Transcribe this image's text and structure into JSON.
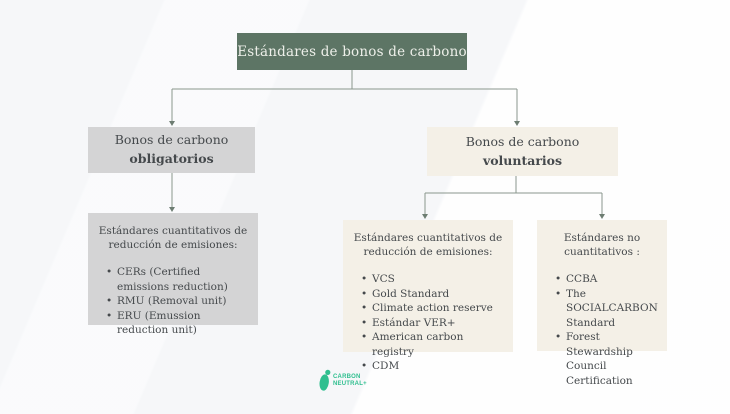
{
  "diagram": {
    "root": {
      "label": "Estándares de bonos de carbono",
      "bg": "#5d7565",
      "text_color": "#edefe9"
    },
    "level2": {
      "obligatorios": {
        "line1": "Bonos de carbono",
        "line2": "obligatorios",
        "bg": "#d4d4d5"
      },
      "voluntarios": {
        "line1": "Bonos de carbono",
        "line2": "voluntarios",
        "bg": "#f4f0e7"
      }
    },
    "level3": {
      "obligatorios_cuantitativos": {
        "title": "Estándares cuantitativos de reducción de emisiones:",
        "bg": "#d4d4d5",
        "items": [
          "CERs (Certified emissions reduction)",
          "RMU (Removal unit)",
          "ERU (Emussion reduction unit)"
        ]
      },
      "voluntarios_cuantitativos": {
        "title": "Estándares cuantitativos de reducción de emisiones:",
        "bg": "#f4f0e7",
        "items": [
          "VCS",
          "Gold Standard",
          "Climate action reserve",
          "Estándar VER+",
          "American carbon registry",
          "CDM"
        ]
      },
      "voluntarios_no_cuantitativos": {
        "title": "Estándares no cuantitativos :",
        "bg": "#f4f0e7",
        "items": [
          "CCBA",
          "The SOCIALCARBON Standard",
          "Forest Stewardship Council Certification"
        ]
      }
    },
    "connector_color": "#8a978d"
  },
  "logo": {
    "line1": "CARBON",
    "line2": "NEUTRAL+",
    "color": "#2fbf8f",
    "icon": "footprint-icon"
  }
}
